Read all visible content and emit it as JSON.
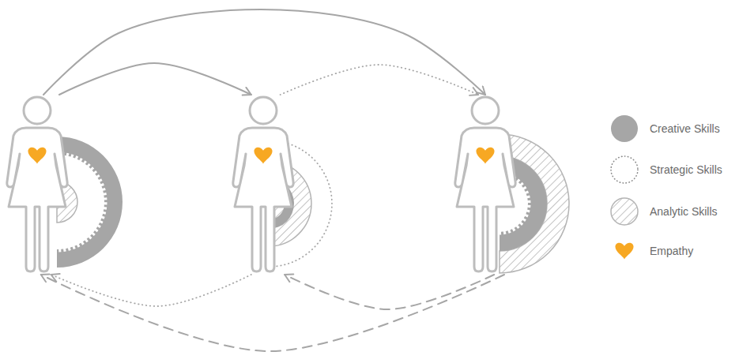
{
  "diagram": {
    "nodes": [
      {
        "text": []
      },
      {
        "text": []
      },
      {
        "text": []
      }
    ],
    "edges": [
      {
        "from": 0,
        "to": 1,
        "arrow": "to"
      },
      {
        "from": 0,
        "to": 2,
        "arrow": "to"
      },
      {
        "from": 1,
        "to": 2,
        "arrow": "to"
      },
      {
        "from": 1,
        "to": 0,
        "arrow": "to"
      },
      {
        "from": 2,
        "to": 1,
        "arrow": "to"
      },
      {
        "from": 2,
        "to": 0,
        "arrow": "to"
      }
    ],
    "legend": [
      {
        "text": "Creative Skills",
        "color": "#a6a6a6"
      },
      {
        "text": "Strategic Skills"
      },
      {
        "text": "Analytic Skills"
      },
      {
        "text": "Empathy",
        "color": "#f7a823"
      }
    ]
  }
}
